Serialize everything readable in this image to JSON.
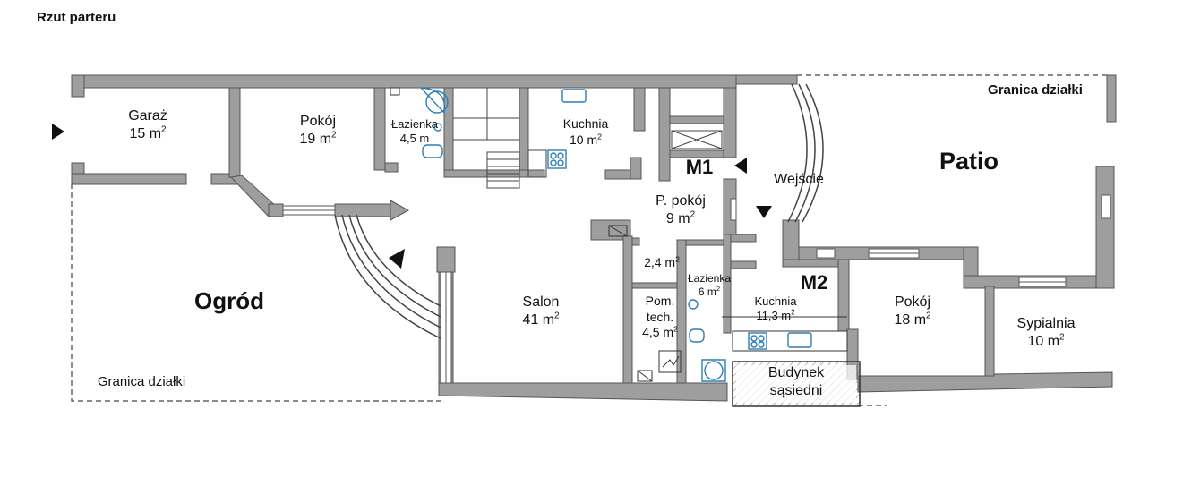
{
  "title": "Rzut parteru",
  "labels": {
    "garage": {
      "name": "Garaż",
      "area": "15 m",
      "unit_exp": "2"
    },
    "room1": {
      "name": "Pokój",
      "area": "19 m",
      "unit_exp": "2"
    },
    "bath1": {
      "name": "Łazienka",
      "area": "4,5 m",
      "unit_exp": ""
    },
    "kitchen1": {
      "name": "Kuchnia",
      "area": "10 m",
      "unit_exp": "2"
    },
    "m1": {
      "name": "M1"
    },
    "entrance": {
      "name": "Wejście"
    },
    "patio": {
      "name": "Patio"
    },
    "border_top": {
      "name": "Granica działki"
    },
    "border_left": {
      "name": "Granica działki"
    },
    "hall": {
      "name": "P. pokój",
      "area": "9 m",
      "unit_exp": "2"
    },
    "small_area": {
      "name": "2,4 m",
      "unit_exp": "2"
    },
    "bath2": {
      "name": "Łazienka",
      "area": "6 m",
      "unit_exp": "2"
    },
    "tech": {
      "name": "Pom.",
      "name2": "tech.",
      "area": "4,5 m",
      "unit_exp": "2"
    },
    "kitchen2": {
      "name": "Kuchnia",
      "area": "11,3 m",
      "unit_exp": "2"
    },
    "m2": {
      "name": "M2"
    },
    "room2": {
      "name": "Pokój",
      "area": "18 m",
      "unit_exp": "2"
    },
    "bedroom": {
      "name": "Sypialnia",
      "area": "10 m",
      "unit_exp": "2"
    },
    "garden": {
      "name": "Ogród"
    },
    "salon": {
      "name": "Salon",
      "area": "41 m",
      "unit_exp": "2"
    },
    "neighbor": {
      "name": "Budynek",
      "name2": "sąsiedni"
    }
  },
  "colors": {
    "wall": "#9e9e9e",
    "wall_edge": "#555555",
    "fixture": "#2e7fb5",
    "line": "#222222"
  }
}
